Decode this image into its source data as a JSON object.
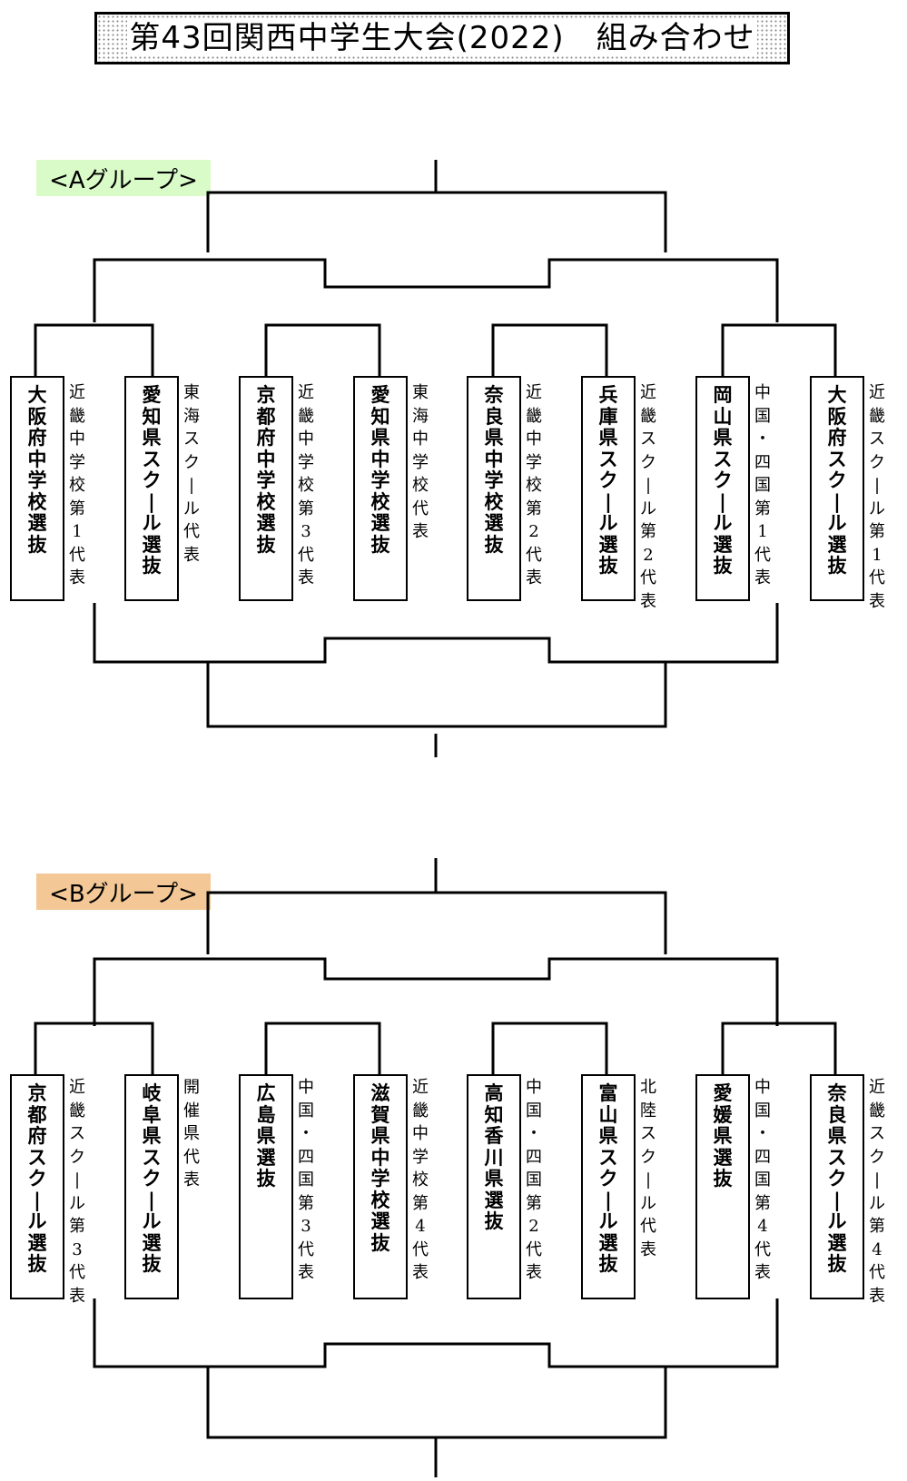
{
  "title": "第43回関西中学生大会(2022)　組み合わせ",
  "group_a": {
    "label": "<Aグループ>",
    "label_color": "#d9fbc8",
    "teams": [
      {
        "name": "大阪府中学校選抜",
        "qualification": "近畿中学校第1代表"
      },
      {
        "name": "愛知県スクール選抜",
        "qualification": "東海スクール代表"
      },
      {
        "name": "京都府中学校選抜",
        "qualification": "近畿中学校第3代表"
      },
      {
        "name": "愛知県中学校選抜",
        "qualification": "東海中学校代表"
      },
      {
        "name": "奈良県中学校選抜",
        "qualification": "近畿中学校第2代表"
      },
      {
        "name": "兵庫県スクール選抜",
        "qualification": "近畿スクール第2代表"
      },
      {
        "name": "岡山県スクール選抜",
        "qualification": "中国・四国第1代表"
      },
      {
        "name": "大阪府スクール選抜",
        "qualification": "近畿スクール第1代表"
      }
    ]
  },
  "group_b": {
    "label": "<Bグループ>",
    "label_color": "#f4c896",
    "teams": [
      {
        "name": "京都府スクール選抜",
        "qualification": "近畿スクール第3代表"
      },
      {
        "name": "岐阜県スクール選抜",
        "qualification": "開催県代表"
      },
      {
        "name": "広島県選抜",
        "qualification": "中国・四国第3代表"
      },
      {
        "name": "滋賀県中学校選抜",
        "qualification": "近畿中学校第4代表"
      },
      {
        "name": "高知香川県選抜",
        "qualification": "中国・四国第2代表"
      },
      {
        "name": "富山県スクール選抜",
        "qualification": "北陸スクール代表"
      },
      {
        "name": "愛媛県選抜",
        "qualification": "中国・四国第4代表"
      },
      {
        "name": "奈良県スクール選抜",
        "qualification": "近畿スクール第4代表"
      }
    ]
  }
}
